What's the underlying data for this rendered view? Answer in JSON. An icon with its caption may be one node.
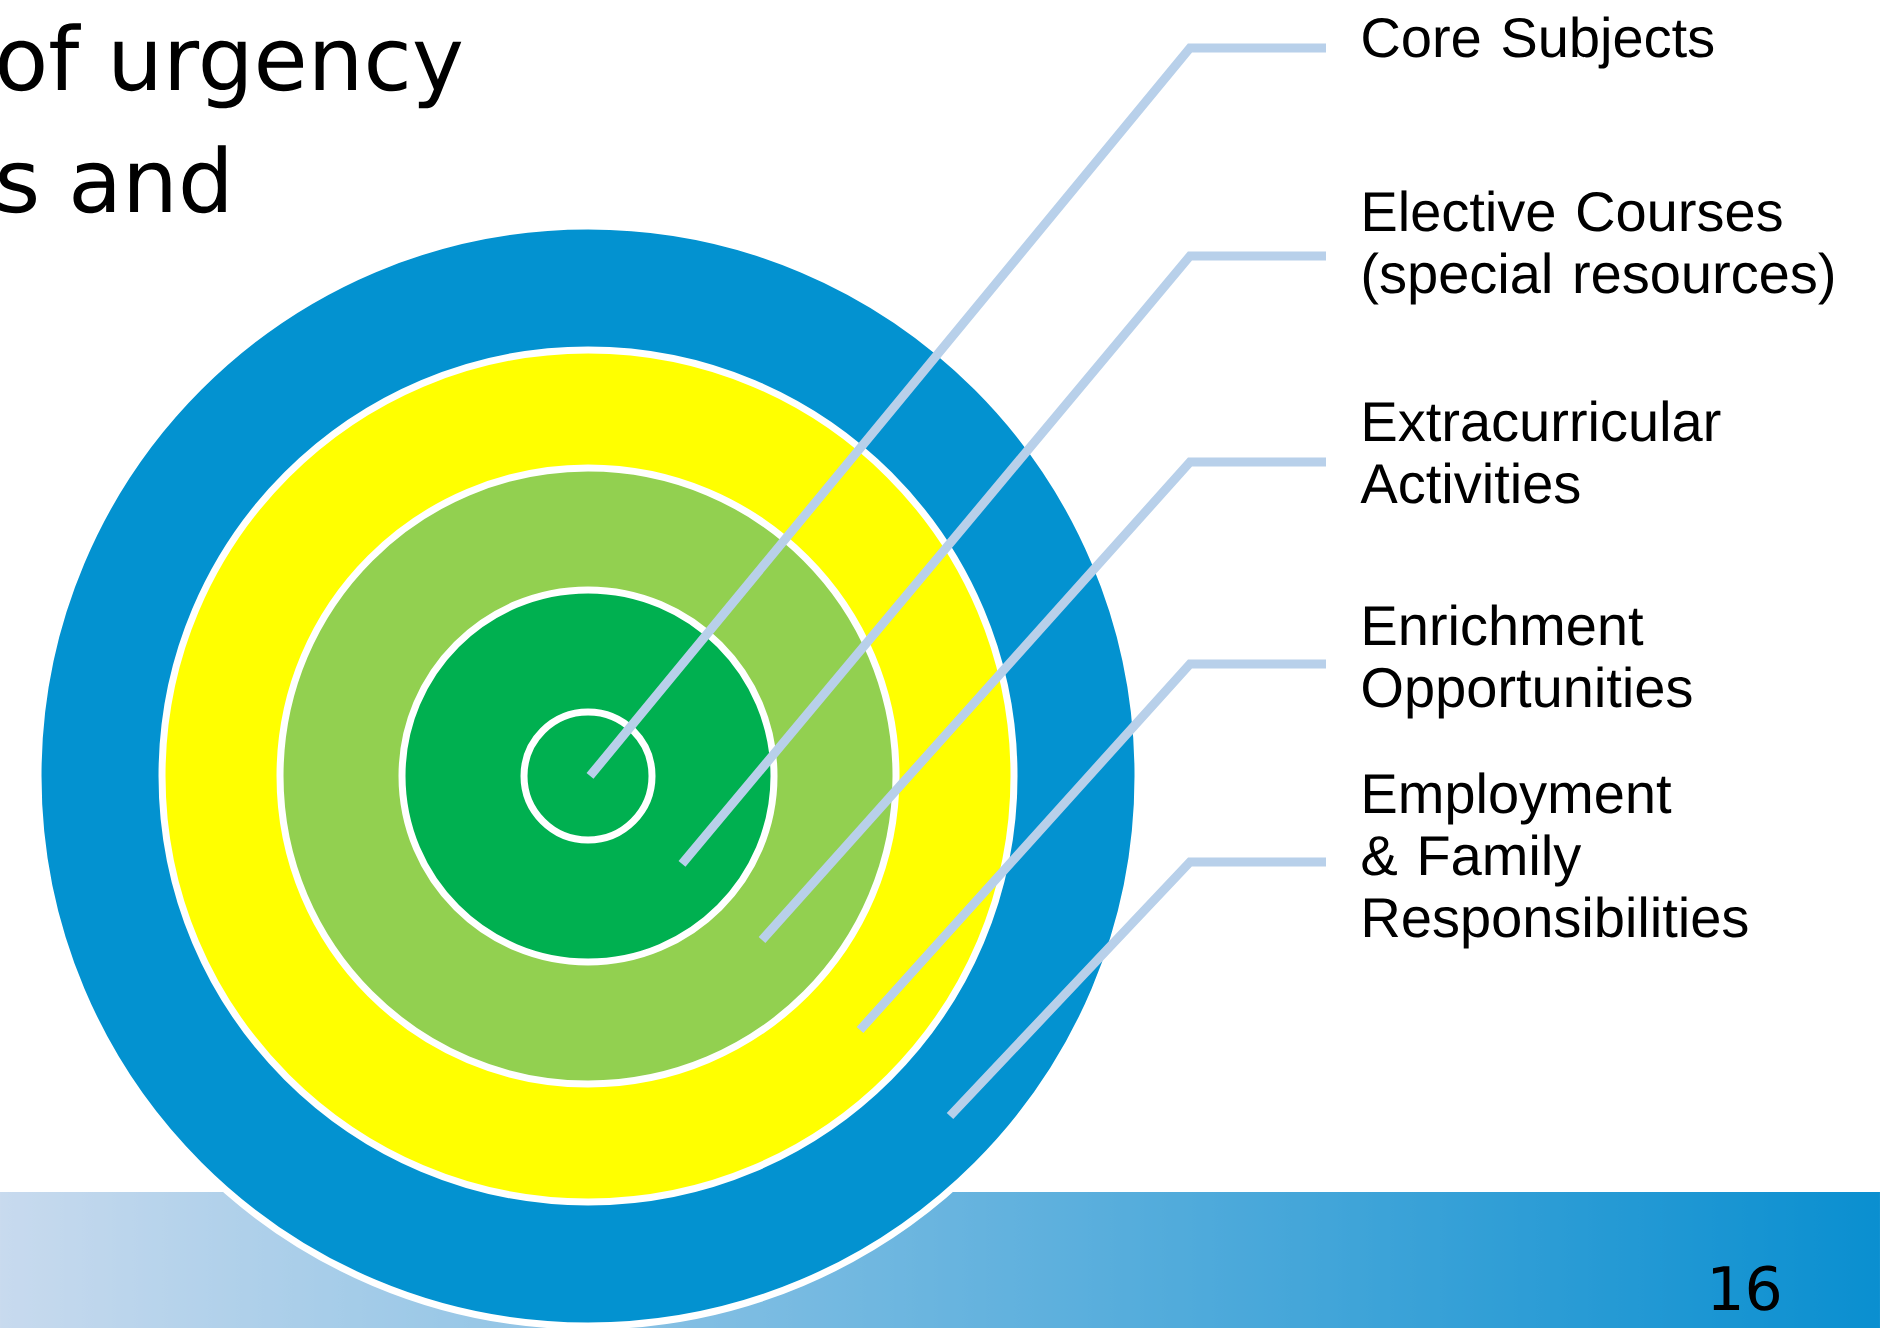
{
  "diagram": {
    "nodes": [
      {
        "text": [],
        "shape": "circle"
      },
      {
        "text": [],
        "shape": "circle",
        "in": 0
      },
      {
        "text": [],
        "shape": "circle",
        "in": 1
      },
      {
        "text": [],
        "shape": "circle",
        "in": 2
      },
      {
        "text": [],
        "shape": "circle",
        "in": 3
      },
      {
        "text": [
          "Core Subjects"
        ]
      },
      {
        "text": [
          "Elective Courses (special resources)"
        ]
      },
      {
        "text": [
          "Extracurricular Activities"
        ]
      },
      {
        "text": [
          "Enrichment Opportunities"
        ]
      },
      {
        "text": [
          "Employment & Family Responsibilities"
        ]
      }
    ],
    "edges": [
      {
        "from": 5,
        "to": 4,
        "arrow": "none"
      },
      {
        "from": 6,
        "to": 3,
        "arrow": "none"
      },
      {
        "from": 7,
        "to": 2,
        "arrow": "none"
      },
      {
        "from": 8,
        "to": 1,
        "arrow": "none"
      },
      {
        "from": 9,
        "to": 0,
        "arrow": "none"
      }
    ],
    "labels": [
      "of urgency",
      "s and",
      "16"
    ]
  }
}
